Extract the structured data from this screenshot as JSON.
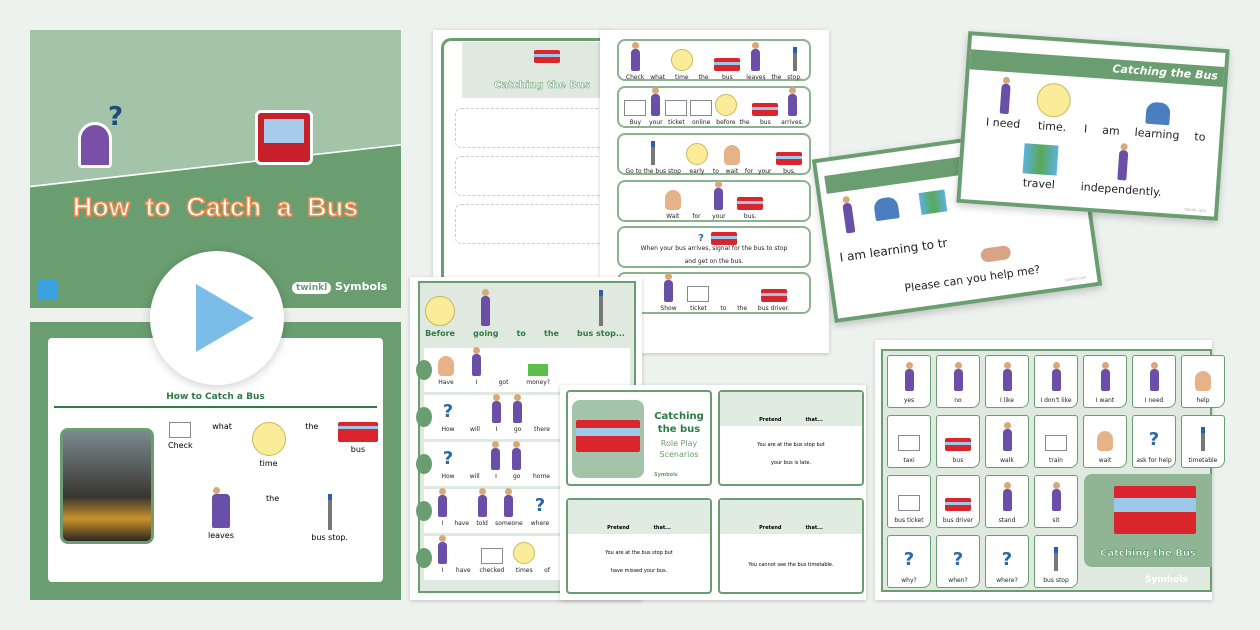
{
  "colors": {
    "green": "#6a9e70",
    "light_green": "#a3c4a9",
    "title_orange": "#f28a4a",
    "play_blue": "#7bbde8",
    "bus_red": "#d9252b"
  },
  "cover": {
    "title_words": [
      "How",
      "to",
      "Catch a Bus"
    ],
    "brand": "twinkl",
    "symbols": "Symbols"
  },
  "play_button": {
    "icon": "play-icon"
  },
  "slide2": {
    "header": "How to Catch a Bus",
    "row1": [
      "Check",
      "what",
      "time",
      "the",
      "bus"
    ],
    "row2": [
      "leaves",
      "the",
      "bus stop."
    ]
  },
  "worksheet": {
    "title": "Catching the Bus"
  },
  "strips": [
    {
      "words": [
        "Check",
        "what",
        "time",
        "the",
        "bus",
        "leaves",
        "the",
        "stop."
      ]
    },
    {
      "words": [
        "Buy",
        "your",
        "ticket",
        "online",
        "before",
        "the",
        "bus",
        "arrives."
      ]
    },
    {
      "words": [
        "Go to the bus stop",
        "early",
        "to",
        "wait",
        "for",
        "your",
        "bus."
      ]
    },
    {
      "words": [
        "Wait",
        "for",
        "your",
        "bus."
      ]
    },
    {
      "words": [
        "When your bus arrives, signal for the bus to stop"
      ],
      "line2": "and get on the bus."
    },
    {
      "words": [
        "Show",
        "ticket",
        "to",
        "the",
        "bus driver."
      ]
    }
  ],
  "before": {
    "header": [
      "Before",
      "going",
      "to",
      "the",
      "bus stop..."
    ],
    "rows": [
      [
        "Have",
        "I",
        "got",
        "money?"
      ],
      [
        "How",
        "will",
        "I",
        "go",
        "there"
      ],
      [
        "How",
        "will",
        "I",
        "go",
        "home"
      ],
      [
        "I",
        "have",
        "told",
        "someone",
        "where"
      ],
      [
        "I",
        "have",
        "checked",
        "times",
        "of"
      ]
    ]
  },
  "roleplay": {
    "title1": "Catching",
    "title2": "the bus",
    "subtitle1": "Role Play",
    "subtitle2": "Scenarios",
    "brand": "Symbols",
    "pretend": "Pretend",
    "that": "that...",
    "cards": [
      {
        "l1": "You are   at   the   bus stop   but",
        "l2": "your   bus   is   late."
      },
      {
        "l1": "You are   at   the   bus stop   but",
        "l2": "have   missed   your   bus."
      },
      {
        "l1": "You   cannot see   the   bus   timetable.",
        "l2": ""
      }
    ]
  },
  "board": {
    "cells": [
      "yes",
      "no",
      "I like",
      "I don't like",
      "I want",
      "I need",
      "help",
      "taxi",
      "bus",
      "walk",
      "train",
      "wait",
      "ask for help",
      "timetable",
      "bus ticket",
      "bus driver",
      "stand",
      "sit",
      "why?",
      "when?",
      "where?",
      "bus stop"
    ],
    "feature_title": "Catching the Bus",
    "brand": "Symbols"
  },
  "card_back": {
    "line1": "I am learning to tr",
    "line2": "Please can you help me?",
    "footer": "twinkl.com"
  },
  "card_front": {
    "title": "Catching the Bus",
    "line1": [
      "I need",
      "time.",
      "I",
      "am",
      "learning",
      "to"
    ],
    "line2": [
      "travel",
      "independently."
    ],
    "footer": "twinkl.com"
  }
}
